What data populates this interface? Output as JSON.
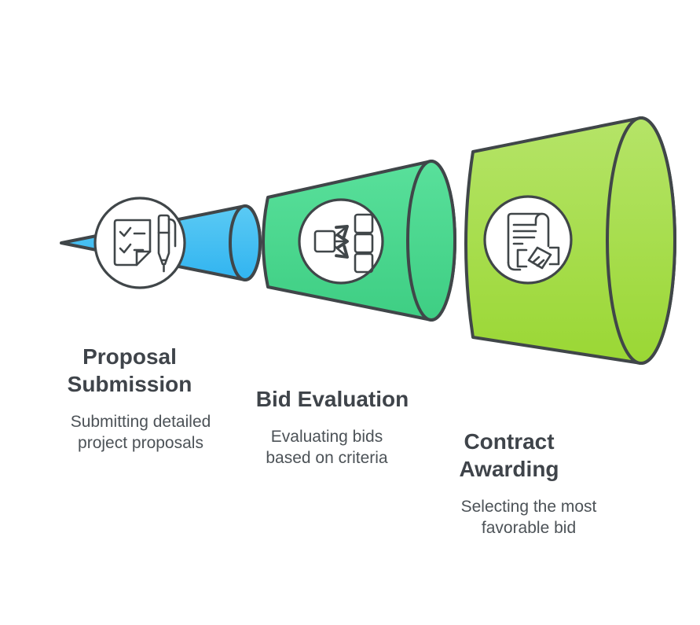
{
  "diagram": {
    "type": "horizontal-funnel-stages",
    "background": "#ffffff",
    "outline_color": "#404649",
    "title_color": "#3f444a",
    "description_color": "#4c5257",
    "stages": [
      {
        "title": "Proposal Submission",
        "description": "Submitting detailed project proposals",
        "icon": "checklist-pen-icon",
        "color_top": "#5BCAF4",
        "color_bottom": "#31B4F0"
      },
      {
        "title": "Bid Evaluation",
        "description": "Evaluating bids based on criteria",
        "icon": "branching-options-icon",
        "color_top": "#59E09B",
        "color_bottom": "#3ECE83"
      },
      {
        "title": "Contract Awarding",
        "description": "Selecting the most favorable bid",
        "icon": "contract-handshake-icon",
        "color_top": "#B5E468",
        "color_bottom": "#9AD734"
      }
    ]
  }
}
